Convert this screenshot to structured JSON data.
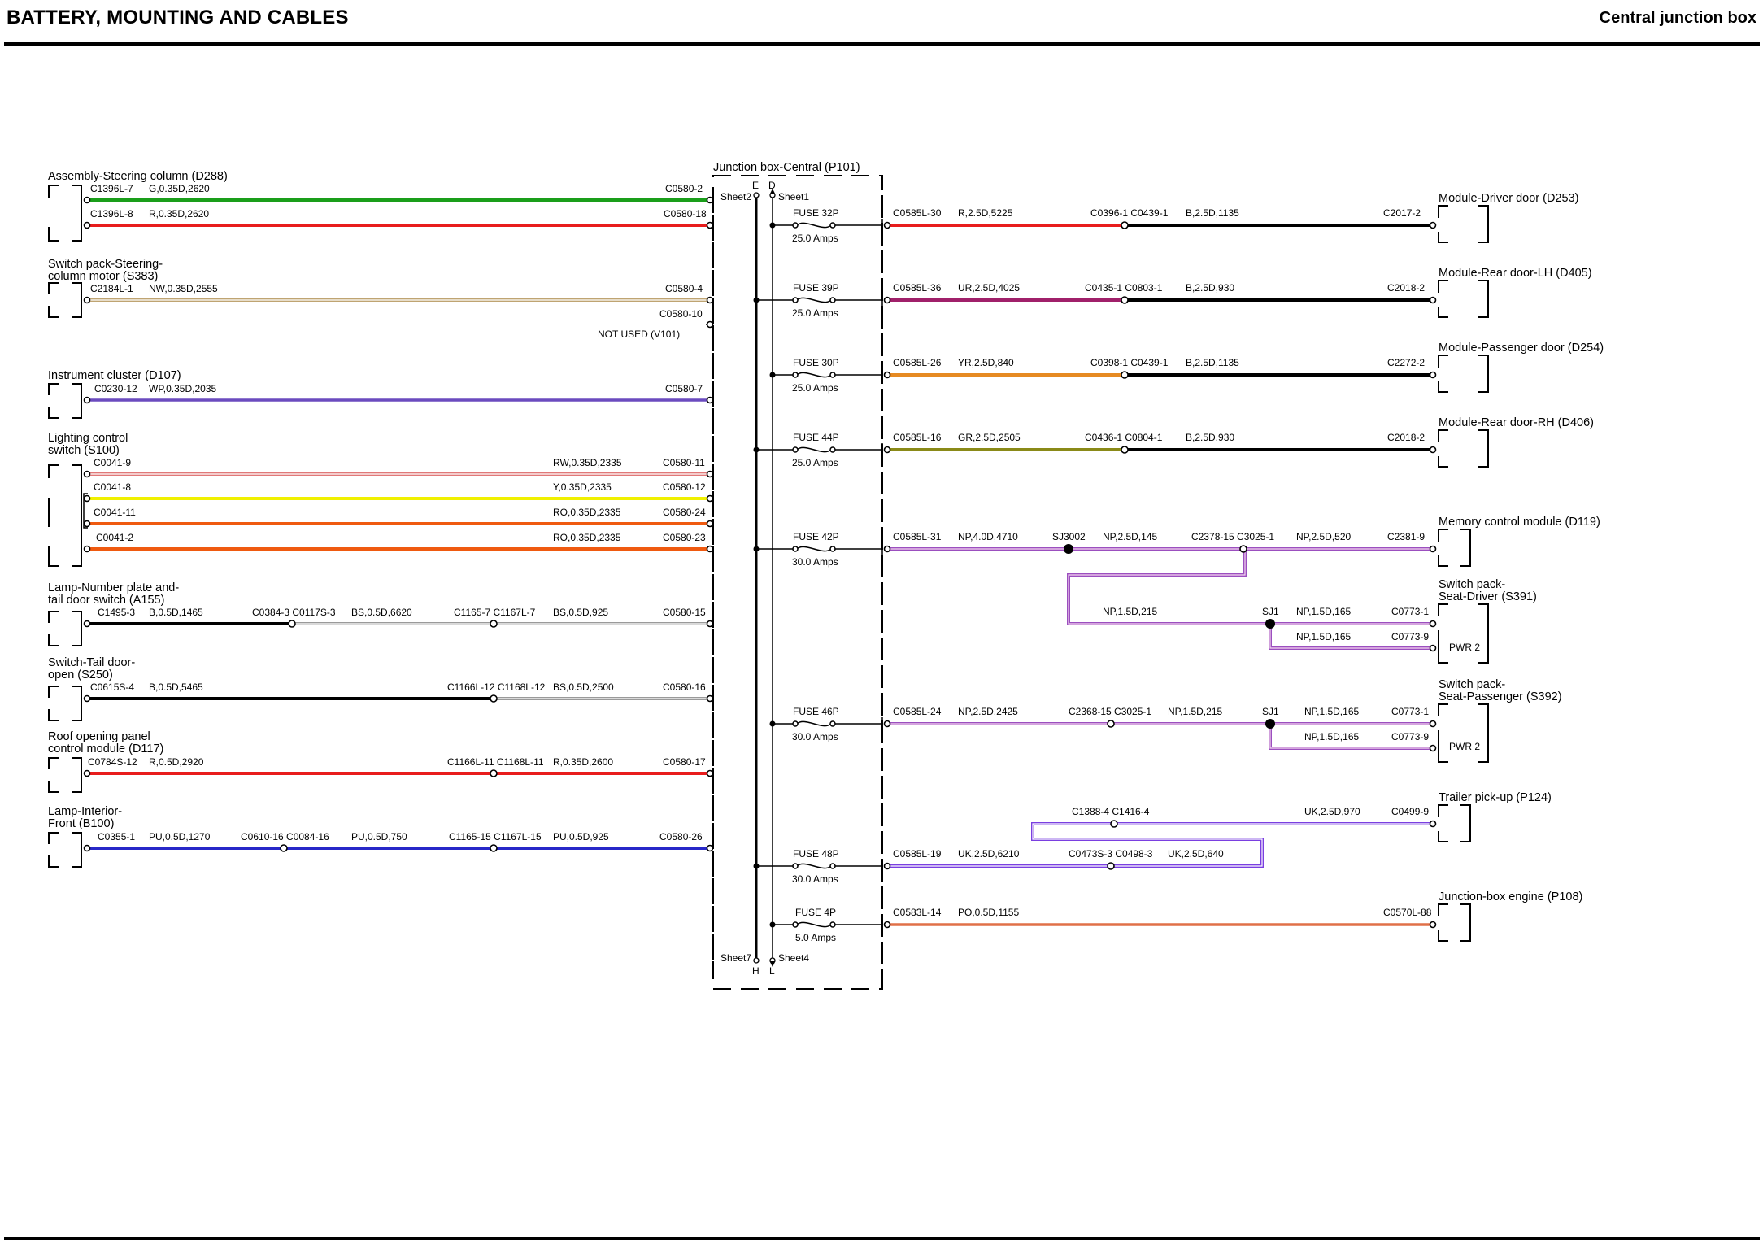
{
  "header": {
    "title": "BATTERY, MOUNTING AND CABLES",
    "section": "Central junction box"
  },
  "colors": {
    "G": "#1a9e1a",
    "R": "#e81c1c",
    "NW": "#bfa472",
    "WP": "#6b4bbf",
    "RW": "#e07878",
    "Y": "#f0f000",
    "RO": "#ef5a10",
    "B": "#000000",
    "BS": "#9a9a9a",
    "PU": "#2828c8",
    "UR": "#a0206a",
    "YR": "#e68a22",
    "GR": "#8a8a18",
    "NP": "#9b4fbf",
    "UK": "#7a3fe0",
    "PO": "#e07048"
  },
  "junction_box": {
    "title": "Junction box-Central (P101)",
    "bus_top": [
      "E",
      "D"
    ],
    "bus_bottom": [
      "H",
      "L"
    ],
    "sheet_top_left": "Sheet2",
    "sheet_top_right": "Sheet1",
    "sheet_bottom_left": "Sheet7",
    "sheet_bottom_right": "Sheet4",
    "not_used": "NOT USED (V101)"
  },
  "left_components": [
    {
      "name": "Assembly-Steering column (D288)"
    },
    {
      "name": "Switch pack-Steering-",
      "name2": "column motor (S383)"
    },
    {
      "name": "Instrument cluster (D107)"
    },
    {
      "name": "Lighting control",
      "name2": "switch (S100)"
    },
    {
      "name": "Lamp-Number plate and-",
      "name2": "tail door switch (A155)"
    },
    {
      "name": "Switch-Tail door-",
      "name2": "open (S250)"
    },
    {
      "name": "Roof opening panel",
      "name2": "control module (D117)"
    },
    {
      "name": "Lamp-Interior-",
      "name2": "Front (B100)"
    }
  ],
  "left_wires": [
    {
      "pin": "C1396L-7",
      "spec": "G,0.35D,2620",
      "end": "C0580-2",
      "color": "G"
    },
    {
      "pin": "C1396L-8",
      "spec": "R,0.35D,2620",
      "end": "C0580-18",
      "color": "R"
    },
    {
      "pin": "C2184L-1",
      "spec": "NW,0.35D,2555",
      "end": "C0580-4",
      "color": "NW"
    },
    {
      "end": "C0580-10"
    },
    {
      "pin": "C0230-12",
      "spec": "WP,0.35D,2035",
      "end": "C0580-7",
      "color": "WP"
    },
    {
      "pin": "C0041-9",
      "spec": "RW,0.35D,2335",
      "end": "C0580-11",
      "color": "RW"
    },
    {
      "pin": "C0041-8",
      "spec": "Y,0.35D,2335",
      "end": "C0580-12",
      "color": "Y"
    },
    {
      "pin": "C0041-11",
      "spec": "RO,0.35D,2335",
      "end": "C0580-24",
      "color": "RO"
    },
    {
      "pin": "C0041-2",
      "spec": "RO,0.35D,2335",
      "end": "C0580-23",
      "color": "RO"
    },
    {
      "pin": "C1495-3",
      "spec1": "B,0.5D,1465",
      "mid1": "C0384-3 C0117S-3",
      "spec2": "BS,0.5D,6620",
      "mid2": "C1165-7 C1167L-7",
      "spec3": "BS,0.5D,925",
      "end": "C0580-15"
    },
    {
      "pin": "C0615S-4",
      "spec1": "B,0.5D,5465",
      "mid1": "C1166L-12 C1168L-12",
      "spec2": "BS,0.5D,2500",
      "end": "C0580-16"
    },
    {
      "pin": "C0784S-12",
      "spec1": "R,0.5D,2920",
      "mid1": "C1166L-11 C1168L-11",
      "spec2": "R,0.35D,2600",
      "end": "C0580-17"
    },
    {
      "pin": "C0355-1",
      "spec1": "PU,0.5D,1270",
      "mid1": "C0610-16 C0084-16",
      "spec2": "PU,0.5D,750",
      "mid2": "C1165-15 C1167L-15",
      "spec3": "PU,0.5D,925",
      "end": "C0580-26"
    }
  ],
  "fuses": [
    {
      "name": "FUSE 32P",
      "rating": "25.0 Amps"
    },
    {
      "name": "FUSE 39P",
      "rating": "25.0 Amps"
    },
    {
      "name": "FUSE 30P",
      "rating": "25.0 Amps"
    },
    {
      "name": "FUSE 44P",
      "rating": "25.0 Amps"
    },
    {
      "name": "FUSE 42P",
      "rating": "30.0 Amps"
    },
    {
      "name": "FUSE 46P",
      "rating": "30.0 Amps"
    },
    {
      "name": "FUSE 48P",
      "rating": "30.0 Amps"
    },
    {
      "name": "FUSE 4P",
      "rating": "5.0 Amps"
    }
  ],
  "right_components": [
    {
      "name": "Module-Driver door (D253)"
    },
    {
      "name": "Module-Rear door-LH (D405)"
    },
    {
      "name": "Module-Passenger door (D254)"
    },
    {
      "name": "Module-Rear door-RH (D406)"
    },
    {
      "name": "Memory control module (D119)"
    },
    {
      "name": "Switch pack-",
      "name2": "Seat-Driver (S391)",
      "pwr": "PWR 2"
    },
    {
      "name": "Switch pack-",
      "name2": "Seat-Passenger (S392)",
      "pwr": "PWR 2"
    },
    {
      "name": "Trailer pick-up (P124)"
    },
    {
      "name": "Junction-box engine (P108)"
    }
  ],
  "right_wires": [
    {
      "pin": "C0585L-30",
      "spec1": "R,2.5D,5225",
      "mid": "C0396-1 C0439-1",
      "spec2": "B,2.5D,1135",
      "end": "C2017-2"
    },
    {
      "pin": "C0585L-36",
      "spec1": "UR,2.5D,4025",
      "mid": "C0435-1 C0803-1",
      "spec2": "B,2.5D,930",
      "end": "C2018-2"
    },
    {
      "pin": "C0585L-26",
      "spec1": "YR,2.5D,840",
      "mid": "C0398-1 C0439-1",
      "spec2": "B,2.5D,1135",
      "end": "C2272-2"
    },
    {
      "pin": "C0585L-16",
      "spec1": "GR,2.5D,2505",
      "mid": "C0436-1 C0804-1",
      "spec2": "B,2.5D,930",
      "end": "C2018-2"
    },
    {
      "pin": "C0585L-31",
      "spec1": "NP,4.0D,4710",
      "splice": "SJ3002",
      "spec2": "NP,2.5D,145",
      "mid": "C2378-15 C3025-1",
      "spec3": "NP,2.5D,520",
      "end": "C2381-9"
    },
    {
      "spec1": "NP,1.5D,215",
      "splice": "SJ1",
      "spec2": "NP,1.5D,165",
      "end": "C0773-1",
      "spec3": "NP,1.5D,165",
      "end2": "C0773-9"
    },
    {
      "pin": "C0585L-24",
      "spec1": "NP,2.5D,2425",
      "mid": "C2368-15 C3025-1",
      "spec2": "NP,1.5D,215",
      "splice": "SJ1",
      "spec3": "NP,1.5D,165",
      "end": "C0773-1",
      "spec4": "NP,1.5D,165",
      "end2": "C0773-9"
    },
    {
      "mid": "C1388-4 C1416-4",
      "spec1": "UK,2.5D,970",
      "end": "C0499-9"
    },
    {
      "pin": "C0585L-19",
      "spec1": "UK,2.5D,6210",
      "mid": "C0473S-3 C0498-3",
      "spec2": "UK,2.5D,640"
    },
    {
      "pin": "C0583L-14",
      "spec1": "PO,0.5D,1155",
      "end": "C0570L-88"
    }
  ]
}
